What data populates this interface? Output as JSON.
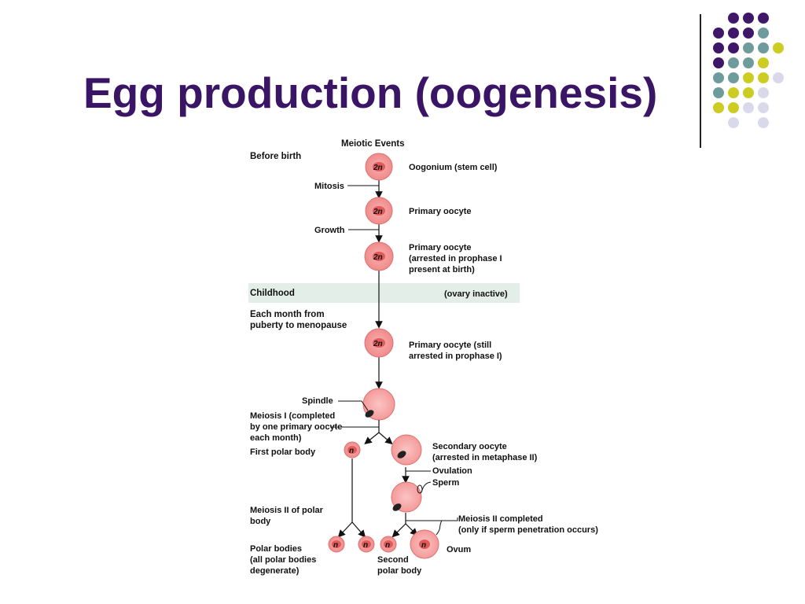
{
  "slide": {
    "title": "Egg production (oogenesis)"
  },
  "decor": {
    "colors": {
      "purple": "#3f1768",
      "teal": "#6e9b9b",
      "yellow": "#cccc22",
      "lavender": "#d9d9ea"
    }
  },
  "diagram": {
    "header": "Meiotic Events",
    "stages": {
      "before_birth": "Before birth",
      "childhood": "Childhood",
      "ovary_inactive": "(ovary inactive)",
      "monthly_1": "Each month from",
      "monthly_2": "puberty to menopause"
    },
    "cells": {
      "c1": "2n",
      "c2": "2n",
      "c3": "2n",
      "c4": "2n",
      "fp": "n",
      "p1": "n",
      "p2": "n",
      "sp": "n",
      "ov": "n"
    },
    "labels": {
      "oogonium": "Oogonium (stem cell)",
      "primary1": "Primary oocyte",
      "primary2_1": "Primary oocyte",
      "primary2_2": "(arrested in prophase I",
      "primary2_3": "present at birth)",
      "primary3_1": "Primary oocyte (still",
      "primary3_2": "arrested in prophase I)",
      "mitosis": "Mitosis",
      "growth": "Growth",
      "spindle": "Spindle",
      "meiosis1_1": "Meiosis I (completed",
      "meiosis1_2": "by one primary oocyte",
      "meiosis1_3": "each month)",
      "first_polar": "First polar body",
      "secondary_1": "Secondary oocyte",
      "secondary_2": "(arrested in metaphase II)",
      "ovulation": "Ovulation",
      "sperm": "Sperm",
      "meiosis2p_1": "Meiosis II of polar",
      "meiosis2p_2": "body",
      "meiosis2c_1": "Meiosis II completed",
      "meiosis2c_2": "(only if sperm penetration occurs)",
      "polar_1": "Polar bodies",
      "polar_2": "(all polar bodies",
      "polar_3": "degenerate)",
      "second_polar_1": "Second",
      "second_polar_2": "polar body",
      "ovum": "Ovum"
    }
  }
}
